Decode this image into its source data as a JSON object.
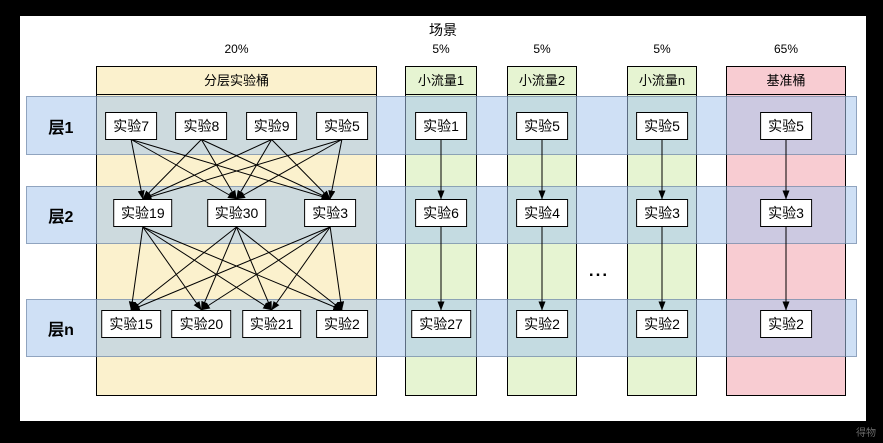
{
  "title": "场景",
  "watermark": "得物",
  "ellipsis": "...",
  "layers": [
    {
      "label": "层1"
    },
    {
      "label": "层2"
    },
    {
      "label": "层n"
    }
  ],
  "columns": [
    {
      "percent": "20%",
      "header": "分层实验桶",
      "fill": "#FBF1CD",
      "connect": "full",
      "rows": [
        [
          "实验7",
          "实验8",
          "实验9",
          "实验5"
        ],
        [
          "实验19",
          "实验30",
          "实验3"
        ],
        [
          "实验15",
          "实验20",
          "实验21",
          "实验2"
        ]
      ]
    },
    {
      "percent": "5%",
      "header": "小流量1",
      "fill": "#E6F4D2",
      "connect": "chain",
      "rows": [
        [
          "实验1"
        ],
        [
          "实验6"
        ],
        [
          "实验27"
        ]
      ]
    },
    {
      "percent": "5%",
      "header": "小流量2",
      "fill": "#E6F4D2",
      "connect": "chain",
      "rows": [
        [
          "实验5"
        ],
        [
          "实验4"
        ],
        [
          "实验2"
        ]
      ]
    },
    {
      "percent": "5%",
      "header": "小流量n",
      "fill": "#E6F4D2",
      "connect": "chain",
      "rows": [
        [
          "实验5"
        ],
        [
          "实验3"
        ],
        [
          "实验2"
        ]
      ]
    },
    {
      "percent": "65%",
      "header": "基准桶",
      "fill": "#F8CCD2",
      "connect": "chain",
      "rows": [
        [
          "实验5"
        ],
        [
          "实验3"
        ],
        [
          "实验2"
        ]
      ]
    }
  ],
  "colors": {
    "canvas_bg": "#000000",
    "paper_bg": "#ffffff",
    "band_fill": "rgba(167,199,236,0.55)",
    "band_border": "rgba(93,115,145,0.55)",
    "node_fill": "#ffffff",
    "line": "#000000"
  }
}
